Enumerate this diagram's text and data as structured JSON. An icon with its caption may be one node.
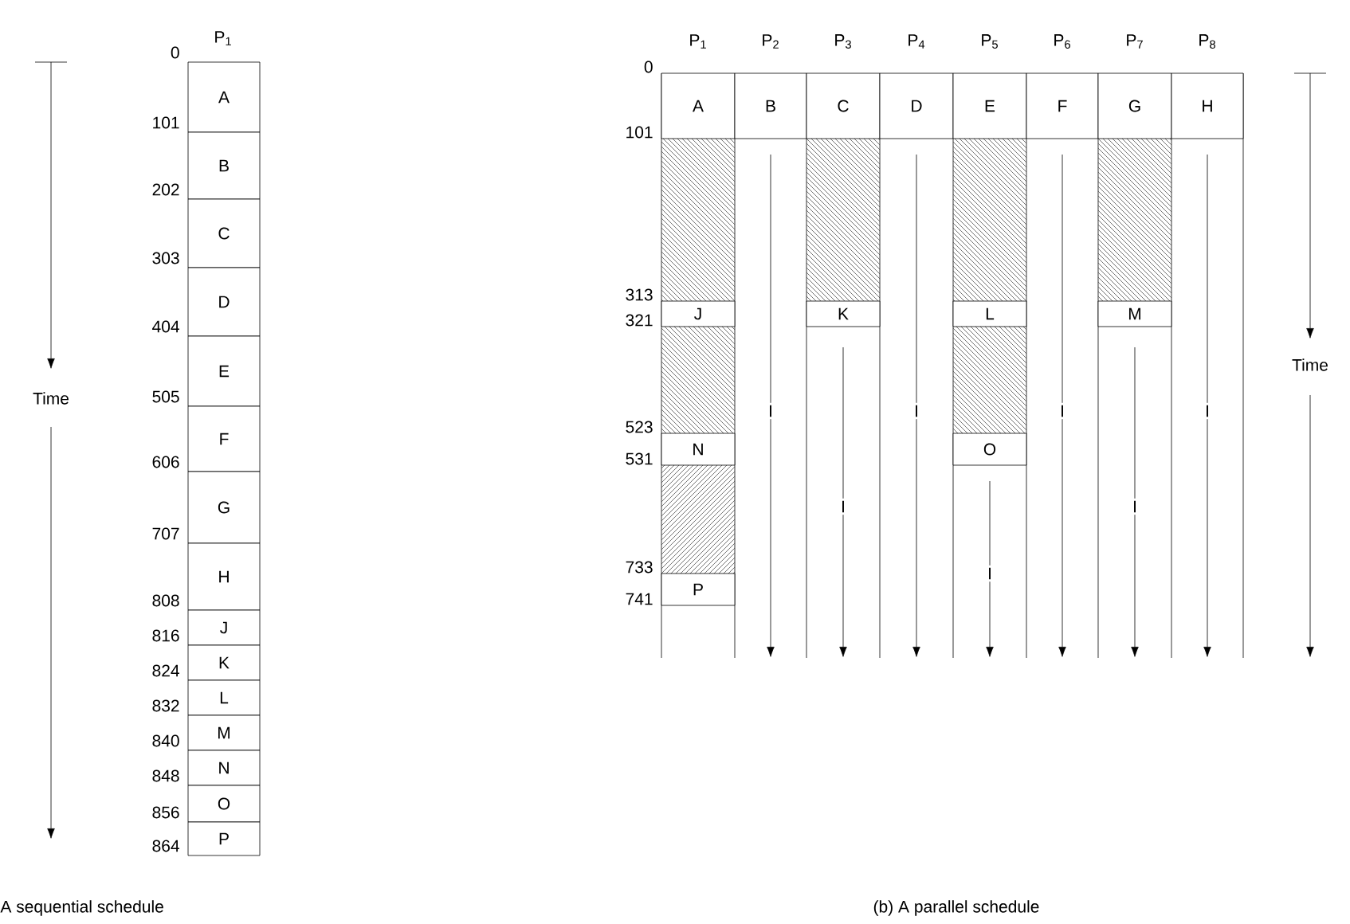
{
  "diagram": {
    "nodes": [
      {
        "text": [
          "A"
        ]
      },
      {
        "text": [
          "B"
        ]
      },
      {
        "text": [
          "C"
        ]
      },
      {
        "text": [
          "D"
        ]
      },
      {
        "text": [
          "E"
        ]
      },
      {
        "text": [
          "F"
        ]
      },
      {
        "text": [
          "G"
        ]
      },
      {
        "text": [
          "H"
        ]
      },
      {
        "text": [
          "J"
        ]
      },
      {
        "text": [
          "K"
        ]
      },
      {
        "text": [
          "L"
        ]
      },
      {
        "text": [
          "M"
        ]
      },
      {
        "text": [
          "N"
        ]
      },
      {
        "text": [
          "O"
        ]
      },
      {
        "text": [
          "P"
        ]
      },
      {
        "text": [
          "A"
        ]
      },
      {
        "text": [
          "B"
        ]
      },
      {
        "text": [
          "C"
        ]
      },
      {
        "text": [
          "D"
        ]
      },
      {
        "text": [
          "E"
        ]
      },
      {
        "text": [
          "F"
        ]
      },
      {
        "text": [
          "G"
        ]
      },
      {
        "text": [
          "H"
        ]
      },
      {
        "text": [
          "J"
        ]
      },
      {
        "text": [
          "K"
        ]
      },
      {
        "text": [
          "L"
        ]
      },
      {
        "text": [
          "M"
        ]
      },
      {
        "text": [
          "N"
        ]
      },
      {
        "text": [
          "O"
        ]
      },
      {
        "text": [
          "P"
        ]
      }
    ],
    "edges": [],
    "labels": [
      "P$_{1}$",
      "0",
      "101",
      "202",
      "303",
      "404",
      "505",
      "606",
      "707",
      "808",
      "816",
      "824",
      "832",
      "840",
      "848",
      "856",
      "864",
      "Time",
      "P$_{1}$",
      "P$_{2}$",
      "P$_{3}$",
      "P$_{4}$",
      "P$_{5}$",
      "P$_{6}$",
      "P$_{7}$",
      "P$_{8}$",
      "0",
      "101",
      "313",
      "321",
      "523",
      "531",
      "733",
      "741",
      "I",
      "I",
      "I",
      "I",
      "I",
      "I",
      "I",
      "Time",
      "A sequential schedule",
      "(b) A parallel schedule"
    ]
  }
}
